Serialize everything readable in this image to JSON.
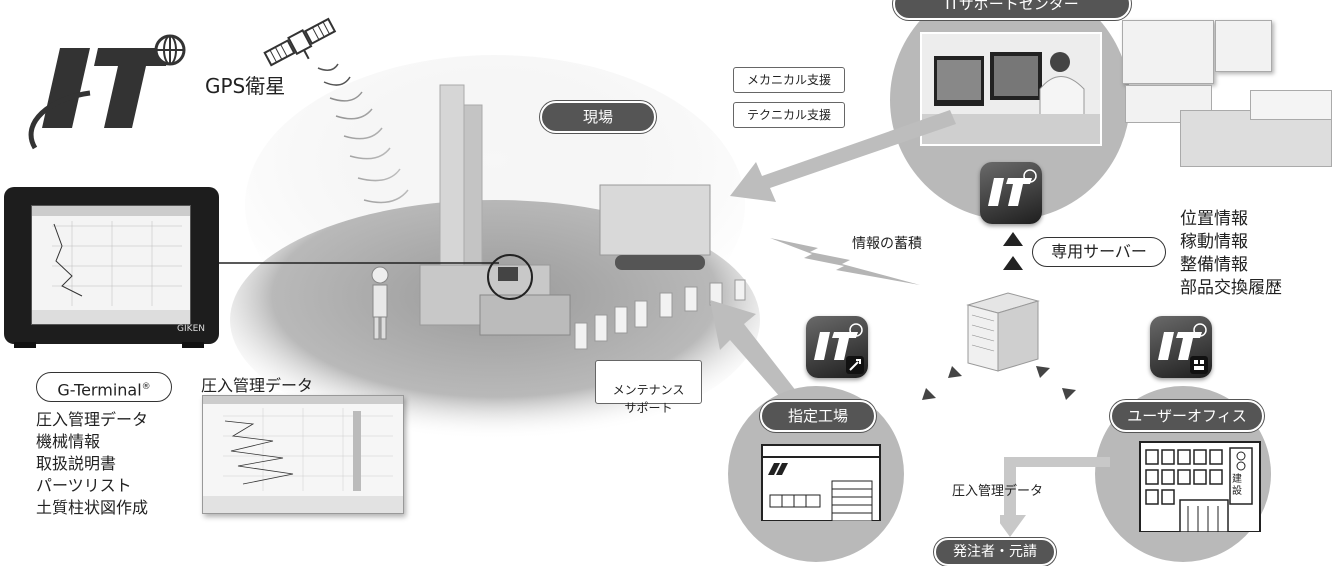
{
  "gps_label": "GPS衛星",
  "site_label": "現場",
  "support_tags": [
    "メカニカル支援",
    "テクニカル支援"
  ],
  "support_center_label": "ITサポートセンター",
  "info_accumulation_label": "情報の蓄積",
  "server_label": "専用サーバー",
  "server_info": [
    "位置情報",
    "稼動情報",
    "整備情報",
    "部品交換履歴"
  ],
  "maintenance_label": "メンテナンス\nサポート",
  "factory_label": "指定工場",
  "office_label": "ユーザーオフィス",
  "press_data_bottom": "圧入管理データ",
  "client_label": "発注者・元請",
  "g_terminal_label": "G-Terminal",
  "g_terminal_reg": "®",
  "g_terminal_items": [
    "圧入管理データ",
    "機械情報",
    "取扱説明書",
    "パーツリスト",
    "土質柱状図作成"
  ],
  "press_data_title": "圧入管理データ",
  "monitor_brand": "GIKEN",
  "office_sign": "建設",
  "colors": {
    "pill": "#555555",
    "circle": "#b9b9b9",
    "arrow": "#bdbdbd"
  }
}
